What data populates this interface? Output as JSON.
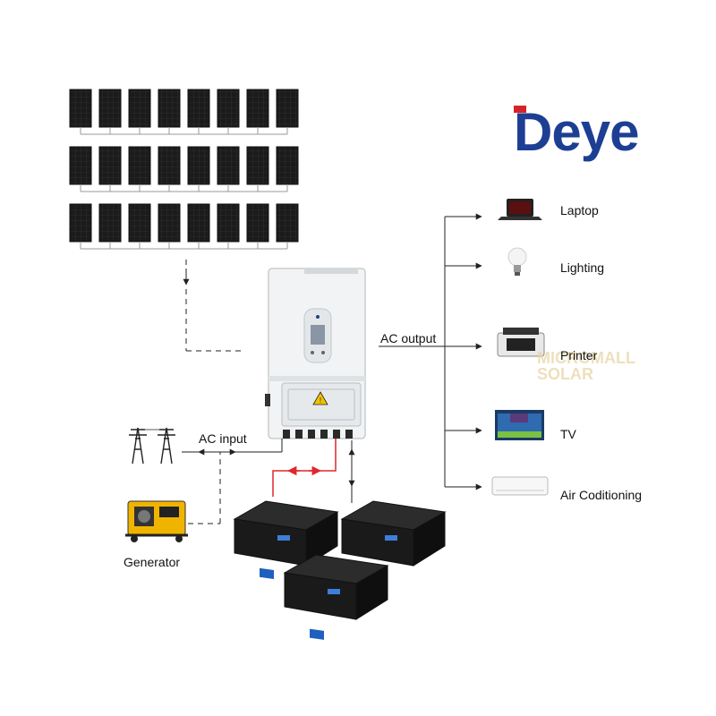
{
  "brand": {
    "logo_text": "Deye",
    "logo_colors": {
      "primary": "#1d3f93",
      "accent": "#d6232a"
    }
  },
  "labels": {
    "ac_input": "AC input",
    "ac_output": "AC output",
    "generator": "Generator"
  },
  "loads": [
    {
      "label": "Laptop",
      "icon": "laptop-icon"
    },
    {
      "label": "Lighting",
      "icon": "light-bulb-icon"
    },
    {
      "label": "Printer",
      "icon": "printer-icon"
    },
    {
      "label": "TV",
      "icon": "tv-icon"
    },
    {
      "label": "Air Coditioning",
      "icon": "air-conditioner-icon"
    }
  ],
  "solar_array": {
    "rows": 3,
    "panels_per_row": 8
  },
  "batteries": {
    "count": 3
  },
  "watermark": {
    "line1": "MICROMALL",
    "line2": "SOLAR"
  },
  "colors": {
    "line": "#222222",
    "dc_link": "#e0262b",
    "panel": "#1b1b1b",
    "inverter": "#f1f3f4"
  }
}
